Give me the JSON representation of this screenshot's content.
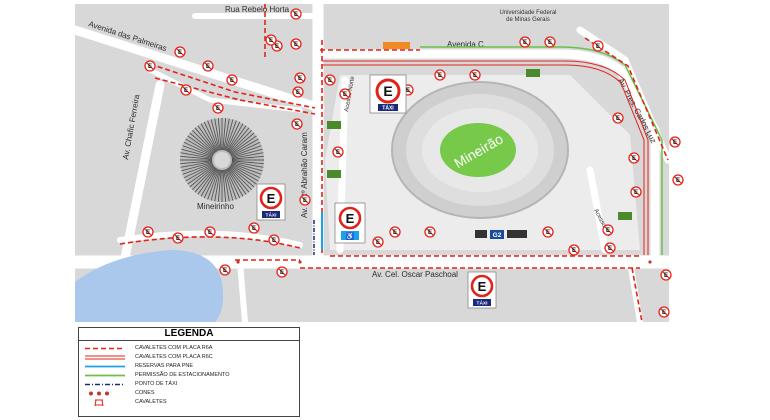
{
  "map": {
    "streets": {
      "rua_rebelo_horta": "Rua Rebelo Horta",
      "avenida_das_palmeiras": "Avenida das Palmeiras",
      "av_chafic_ferreira": "Av. Chafic Ferreira",
      "avenida_c": "Avenida C",
      "av_pres_carlos_luz": "Av. Pres. Carlos Luz",
      "av_abrahao_caram": "Av. Antº Abrahão Caram",
      "av_oscar_paschoal": "Av. Cel. Oscar Paschoal",
      "acesso_norte": "Acesso Norte",
      "acesso_sul": "Acesso Sul"
    },
    "places": {
      "ufmg": "Universidade Federal de Minas Gerais",
      "mineirinho": "Mineirinho",
      "mineirao": "Mineirão"
    },
    "sign_text": {
      "parking_letter": "E",
      "taxi": "TÁXI"
    },
    "tags": {
      "gate": "G2"
    },
    "colors": {
      "background": "#ffffff",
      "ground": "#d8d8d8",
      "plaza": "#eeeeee",
      "road": "#ffffff",
      "lake": "#a9c8ec",
      "pitch": "#77c94a",
      "barrier_red": "#e2231a",
      "parking_green": "#6cc04a",
      "pne_blue": "#1ea0e8",
      "taxi_navy": "#1a2a7a",
      "sign_red": "#e2231a"
    }
  },
  "legend": {
    "title": "LEGENDA",
    "items": [
      {
        "symbol": "red-dashed-line",
        "label": "Cavaletes com placa R6a"
      },
      {
        "symbol": "red-double-line",
        "label": "Cavaletes com placa R6c"
      },
      {
        "symbol": "blue-line",
        "label": "Reservas para PNE"
      },
      {
        "symbol": "green-line",
        "label": "Permissão de estacionamento"
      },
      {
        "symbol": "navy-dash-dot-line",
        "label": "Ponto de táxi"
      },
      {
        "symbol": "red-dots",
        "label": "Cones"
      },
      {
        "symbol": "barrier-icon",
        "label": "Cavaletes"
      }
    ]
  }
}
